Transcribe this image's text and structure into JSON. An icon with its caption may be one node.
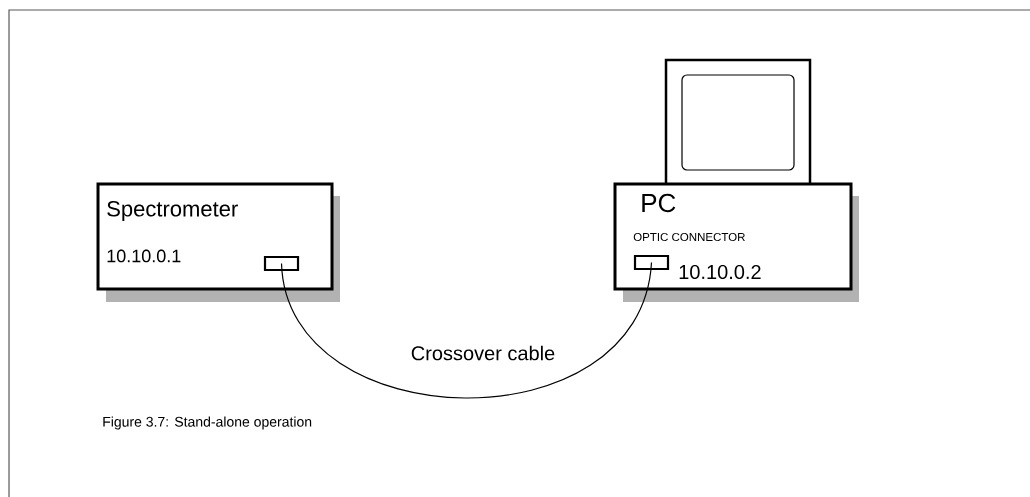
{
  "diagram": {
    "caption": "Figure 3.7: Stand-alone operation",
    "nodes": [
      {
        "text": [
          "Spectrometer",
          "10.10.0.1"
        ]
      },
      {
        "text": [],
        "shape": "box",
        "in": 0
      },
      {
        "text": [
          "PC",
          "OPTIC CONNECTOR",
          "10.10.0.2"
        ]
      },
      {
        "text": [],
        "shape": "box",
        "in": 2
      }
    ],
    "edges": [
      {
        "from": 1,
        "to": 3,
        "arrow": "none",
        "label": "Crossover cable"
      }
    ]
  }
}
